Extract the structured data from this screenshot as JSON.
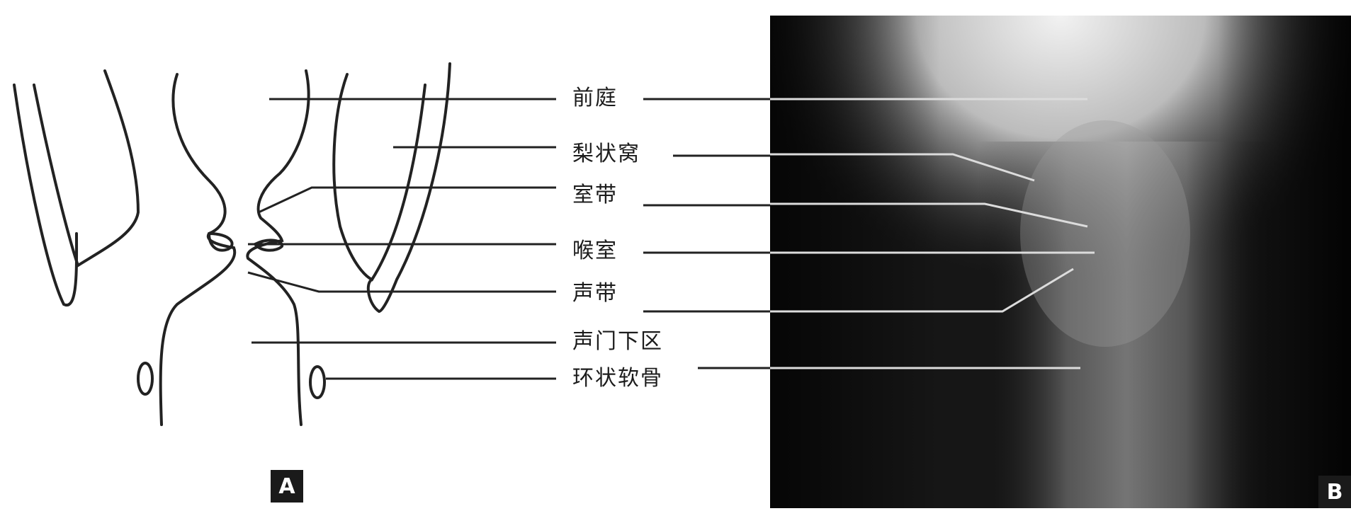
{
  "labels": [
    {
      "key": "vestibule",
      "text": "前庭"
    },
    {
      "key": "piriform_sinus",
      "text": "梨状窝"
    },
    {
      "key": "ventricular_band",
      "text": "室带"
    },
    {
      "key": "laryngeal_ventricle",
      "text": "喉室"
    },
    {
      "key": "vocal_cord",
      "text": "声带"
    },
    {
      "key": "subglottic_region",
      "text": "声门下区"
    },
    {
      "key": "cricoid_cartilage",
      "text": "环状软骨"
    }
  ],
  "panels": {
    "a": {
      "letter": "A"
    },
    "b": {
      "letter": "B"
    }
  },
  "colors": {
    "background": "#ffffff",
    "line": "#222222",
    "xray_dark": "#0d0d0d",
    "xray_light": "#e8e8e8"
  }
}
